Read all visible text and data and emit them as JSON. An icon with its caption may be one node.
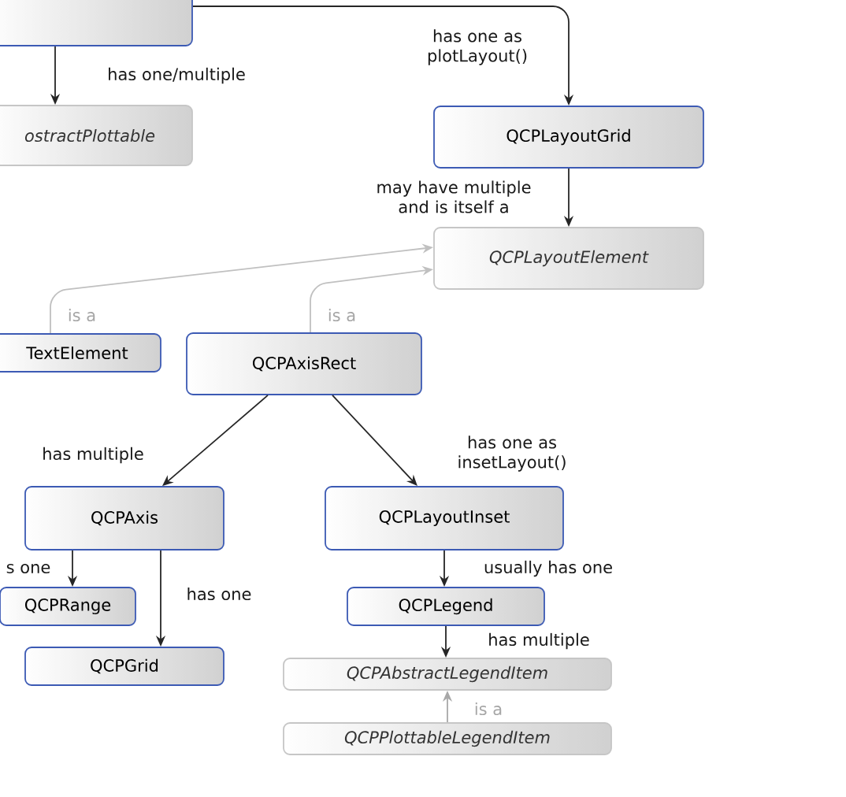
{
  "diagram": {
    "nodes": [
      {
        "text": [],
        "shape": "box"
      },
      {
        "text": [
          "ostractPlottable"
        ]
      },
      {
        "text": [
          "QCPLayoutGrid"
        ]
      },
      {
        "text": [
          "QCPLayoutElement"
        ]
      },
      {
        "text": [
          "TextElement"
        ]
      },
      {
        "text": [
          "QCPAxisRect"
        ]
      },
      {
        "text": [
          "QCPAxis"
        ]
      },
      {
        "text": [
          "QCPLayoutInset"
        ]
      },
      {
        "text": [
          "QCPRange"
        ]
      },
      {
        "text": [
          "QCPGrid"
        ]
      },
      {
        "text": [
          "QCPLegend"
        ]
      },
      {
        "text": [
          "QCPAbstractLegendItem"
        ]
      },
      {
        "text": [
          "QCPPlottableLegendItem"
        ]
      }
    ],
    "edges": [
      {
        "from": 0,
        "to": 1,
        "arrow": "to",
        "label": "has one/multiple"
      },
      {
        "from": 0,
        "to": 2,
        "arrow": "to",
        "label": "has one as plotLayout()"
      },
      {
        "from": 2,
        "to": 3,
        "arrow": "to",
        "label": "may have multiple and is itself a"
      },
      {
        "from": 4,
        "to": 3,
        "arrow": "to",
        "label": "is a",
        "color": "#c0c0c0"
      },
      {
        "from": 5,
        "to": 3,
        "arrow": "to",
        "label": "is a",
        "color": "#c0c0c0"
      },
      {
        "from": 5,
        "to": 6,
        "arrow": "to",
        "label": "has multiple"
      },
      {
        "from": 5,
        "to": 7,
        "arrow": "to",
        "label": "has one as insetLayout()"
      },
      {
        "from": 6,
        "to": 8,
        "arrow": "to",
        "label": "s one"
      },
      {
        "from": 6,
        "to": 9,
        "arrow": "to",
        "label": "has one"
      },
      {
        "from": 7,
        "to": 10,
        "arrow": "to",
        "label": "usually has one"
      },
      {
        "from": 10,
        "to": 11,
        "arrow": "to",
        "label": "has multiple"
      },
      {
        "from": 12,
        "to": 11,
        "arrow": "to",
        "label": "is a",
        "color": "#a8a8a8"
      }
    ]
  }
}
